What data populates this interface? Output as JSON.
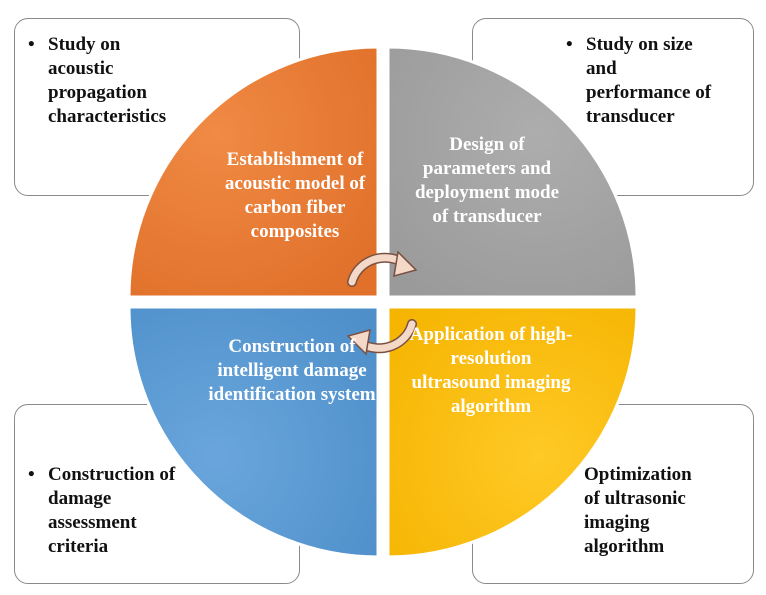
{
  "colors": {
    "orange": "#ED7D31",
    "gray": "#A5A5A5",
    "blue": "#5B9BD5",
    "yellow": "#FFC000",
    "border": "#8a8a8a",
    "arrow": "#f4d8c8"
  },
  "quadrants": {
    "top_left": "Establishment of acoustic model of carbon fiber composites",
    "top_right": "Design of parameters and deployment mode of transducer",
    "bottom_left": "Construction of intelligent damage identification system",
    "bottom_right": "Application of high-resolution ultrasound imaging algorithm"
  },
  "boxes": {
    "top_left": {
      "lines": [
        "Study on",
        "acoustic",
        "propagation",
        "characteristics"
      ],
      "bullet": "•"
    },
    "top_right": {
      "lines": [
        "Study on size",
        "and",
        "performance of",
        "transducer"
      ],
      "bullet": "•"
    },
    "bottom_left": {
      "lines": [
        "Construction of",
        "damage",
        "assessment",
        "criteria"
      ],
      "bullet": "•"
    },
    "bottom_right": {
      "lines": [
        "Optimization",
        "of ultrasonic",
        "imaging",
        "algorithm"
      ]
    }
  },
  "icons": [
    "cycle-arrow-icon"
  ]
}
